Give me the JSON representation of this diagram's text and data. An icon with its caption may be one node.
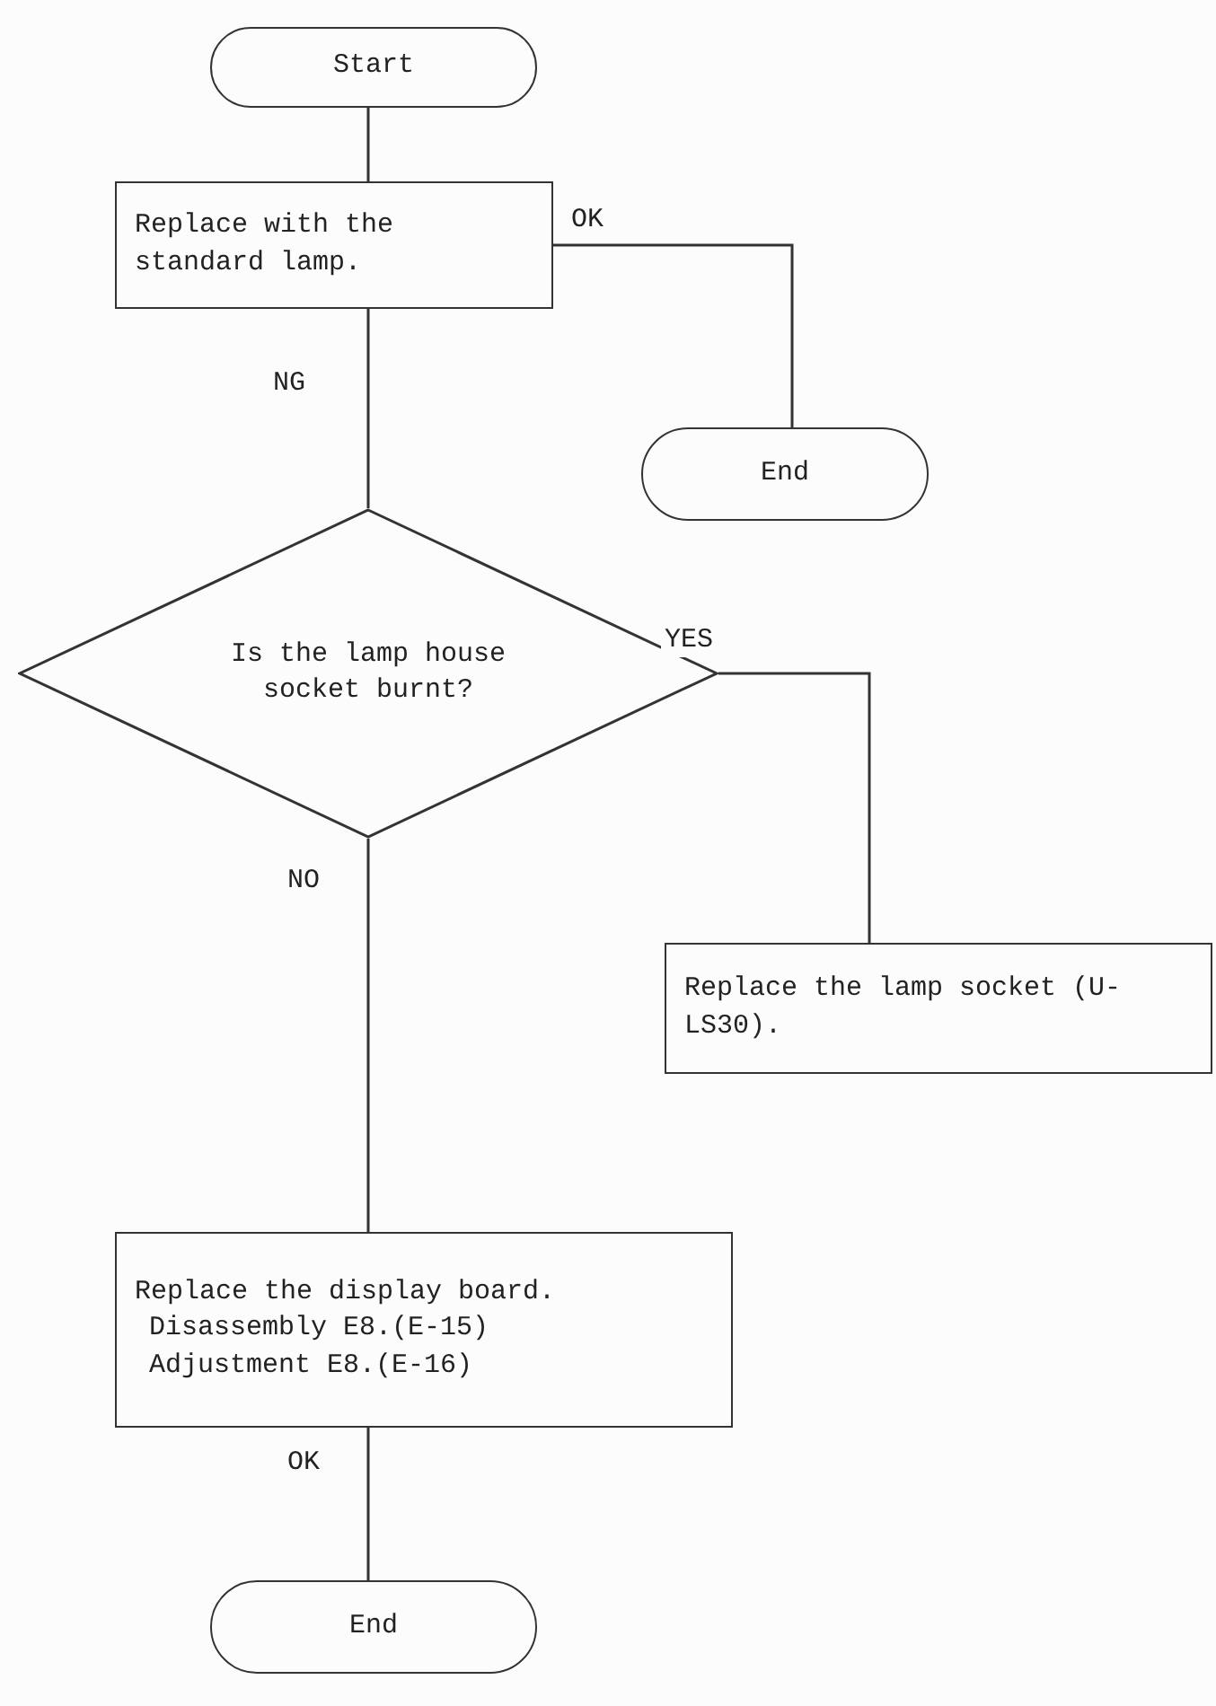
{
  "diagram": {
    "nodes": [
      {
        "text": [
          "Start"
        ]
      },
      {
        "text": [
          "Replace with the standard lamp."
        ]
      },
      {
        "text": [
          "End"
        ]
      },
      {
        "text": [
          "Is the lamp house socket burnt?"
        ]
      },
      {
        "text": [
          "Replace the lamp socket (U-LS30)."
        ]
      },
      {
        "text": [
          "Replace the display board.",
          "Disassembly E8.(E-15)",
          "Adjustment E8.(E-16)"
        ]
      },
      {
        "text": [
          "End"
        ]
      }
    ],
    "edges": [
      {
        "from": 0,
        "to": 1,
        "arrow": "none"
      },
      {
        "from": 1,
        "to": 2,
        "arrow": "none",
        "label": "OK"
      },
      {
        "from": 1,
        "to": 3,
        "arrow": "none",
        "label": "NG"
      },
      {
        "from": 3,
        "to": 4,
        "arrow": "none",
        "label": "YES"
      },
      {
        "from": 3,
        "to": 5,
        "arrow": "none",
        "label": "NO"
      },
      {
        "from": 5,
        "to": 6,
        "arrow": "none",
        "label": "OK"
      }
    ]
  }
}
